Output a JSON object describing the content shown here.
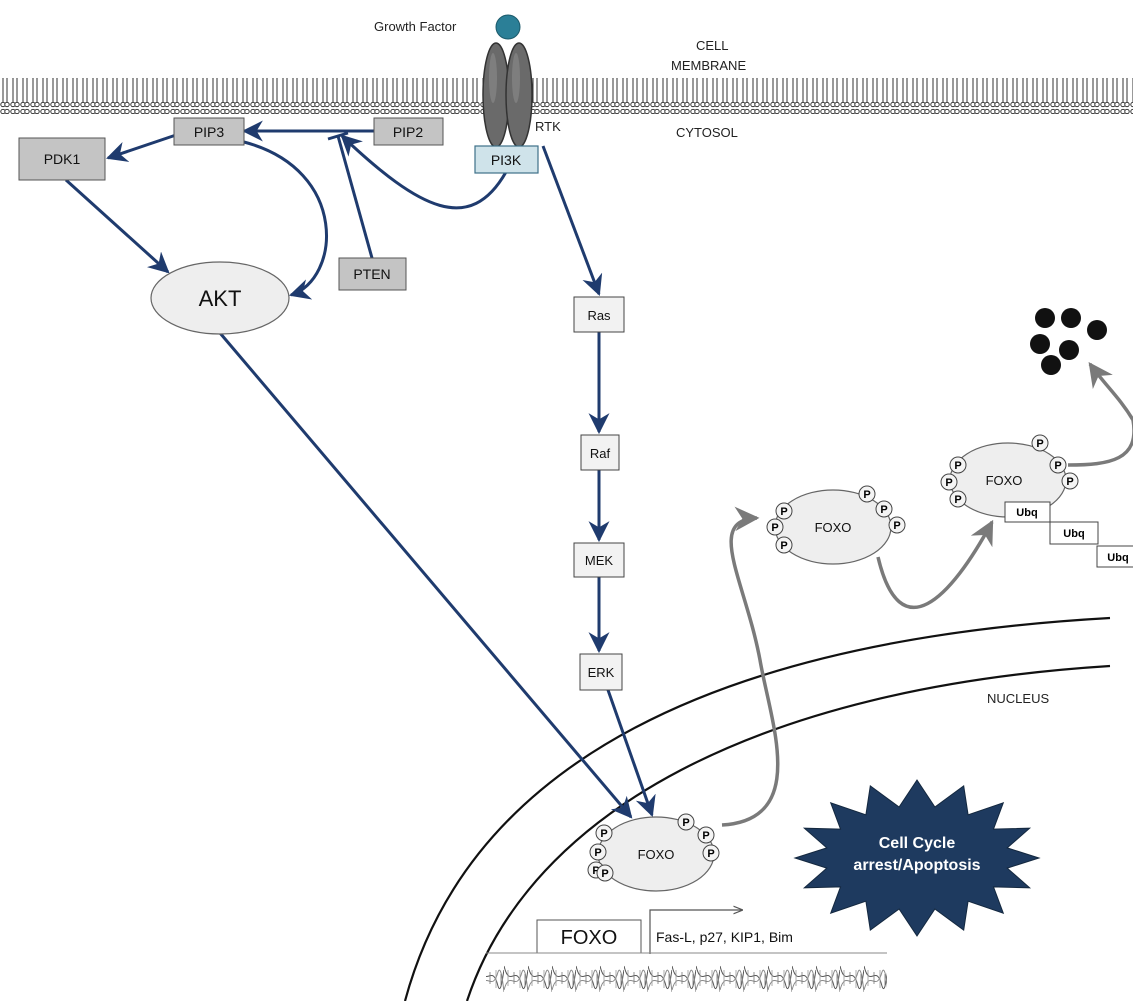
{
  "labels": {
    "growth_factor": "Growth Factor",
    "cell": "CELL",
    "membrane": "MEMBRANE",
    "cytosol": "CYTOSOL",
    "rtk": "RTK",
    "nucleus": "NUCLEUS"
  },
  "nodes": {
    "pip3": "PIP3",
    "pip2": "PIP2",
    "pdk1": "PDK1",
    "pi3k": "PI3K",
    "pten": "PTEN",
    "akt": "AKT",
    "ras": "Ras",
    "raf": "Raf",
    "mek": "MEK",
    "erk": "ERK"
  },
  "foxo": {
    "label": "FOXO",
    "phospho": "P",
    "ubq": "Ubq"
  },
  "nucleus_content": {
    "gene_box": "FOXO",
    "targets": "Fas-L, p27, KIP1, Bim",
    "outcome_line1": "Cell Cycle",
    "outcome_line2": "arrest/Apoptosis"
  },
  "colors": {
    "pathway_arrow": "#1f3b6e",
    "nuclear_export_arrow": "#7a7a7a",
    "gray_box": "#c4c4c4",
    "pi3k_box": "#cfe3ea",
    "growth_factor": "#2b7f97",
    "starburst": "#1e3a5f"
  }
}
